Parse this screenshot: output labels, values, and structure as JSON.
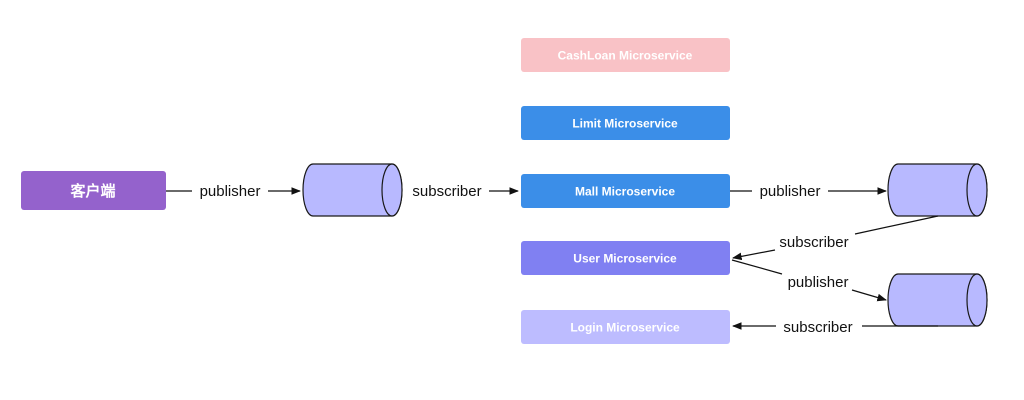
{
  "client": {
    "label": "客户端",
    "color": "#9462cc"
  },
  "services": [
    {
      "label": "CashLoan Microservice",
      "color": "#f9c2c6"
    },
    {
      "label": "Limit Microservice",
      "color": "#3b8ee8"
    },
    {
      "label": "Mall Microservice",
      "color": "#3b8ee8"
    },
    {
      "label": "User Microservice",
      "color": "#8080f2"
    },
    {
      "label": "Login Microservice",
      "color": "#bdbcff"
    }
  ],
  "edges": {
    "client_to_queue": "publisher",
    "queue_to_mall": "subscriber",
    "mall_to_queue": "publisher",
    "queue_to_user": "subscriber",
    "user_to_queue": "publisher",
    "queue_to_login": "subscriber"
  },
  "queue_color": "#b8b9ff"
}
